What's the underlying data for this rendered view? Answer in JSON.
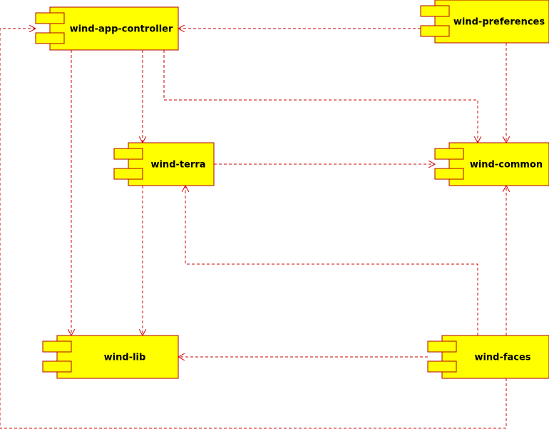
{
  "diagram": {
    "type": "uml-component-diagram",
    "colors": {
      "component_fill": "#ffff00",
      "component_border": "#b20000",
      "dependency": "#cc0000",
      "label": "#000000"
    },
    "components": [
      {
        "id": "app_controller",
        "label": "wind-app-controller"
      },
      {
        "id": "preferences",
        "label": "wind-preferences"
      },
      {
        "id": "terra",
        "label": "wind-terra"
      },
      {
        "id": "common",
        "label": "wind-common"
      },
      {
        "id": "lib",
        "label": "wind-lib"
      },
      {
        "id": "faces",
        "label": "wind-faces"
      }
    ],
    "dependencies": [
      {
        "from": "preferences",
        "to": "app_controller"
      },
      {
        "from": "preferences",
        "to": "common"
      },
      {
        "from": "app_controller",
        "to": "common"
      },
      {
        "from": "app_controller",
        "to": "terra"
      },
      {
        "from": "app_controller",
        "to": "lib"
      },
      {
        "from": "terra",
        "to": "common"
      },
      {
        "from": "terra",
        "to": "lib"
      },
      {
        "from": "faces",
        "to": "lib"
      },
      {
        "from": "faces",
        "to": "terra"
      },
      {
        "from": "faces",
        "to": "common"
      },
      {
        "from": "faces",
        "to": "app_controller"
      }
    ]
  }
}
